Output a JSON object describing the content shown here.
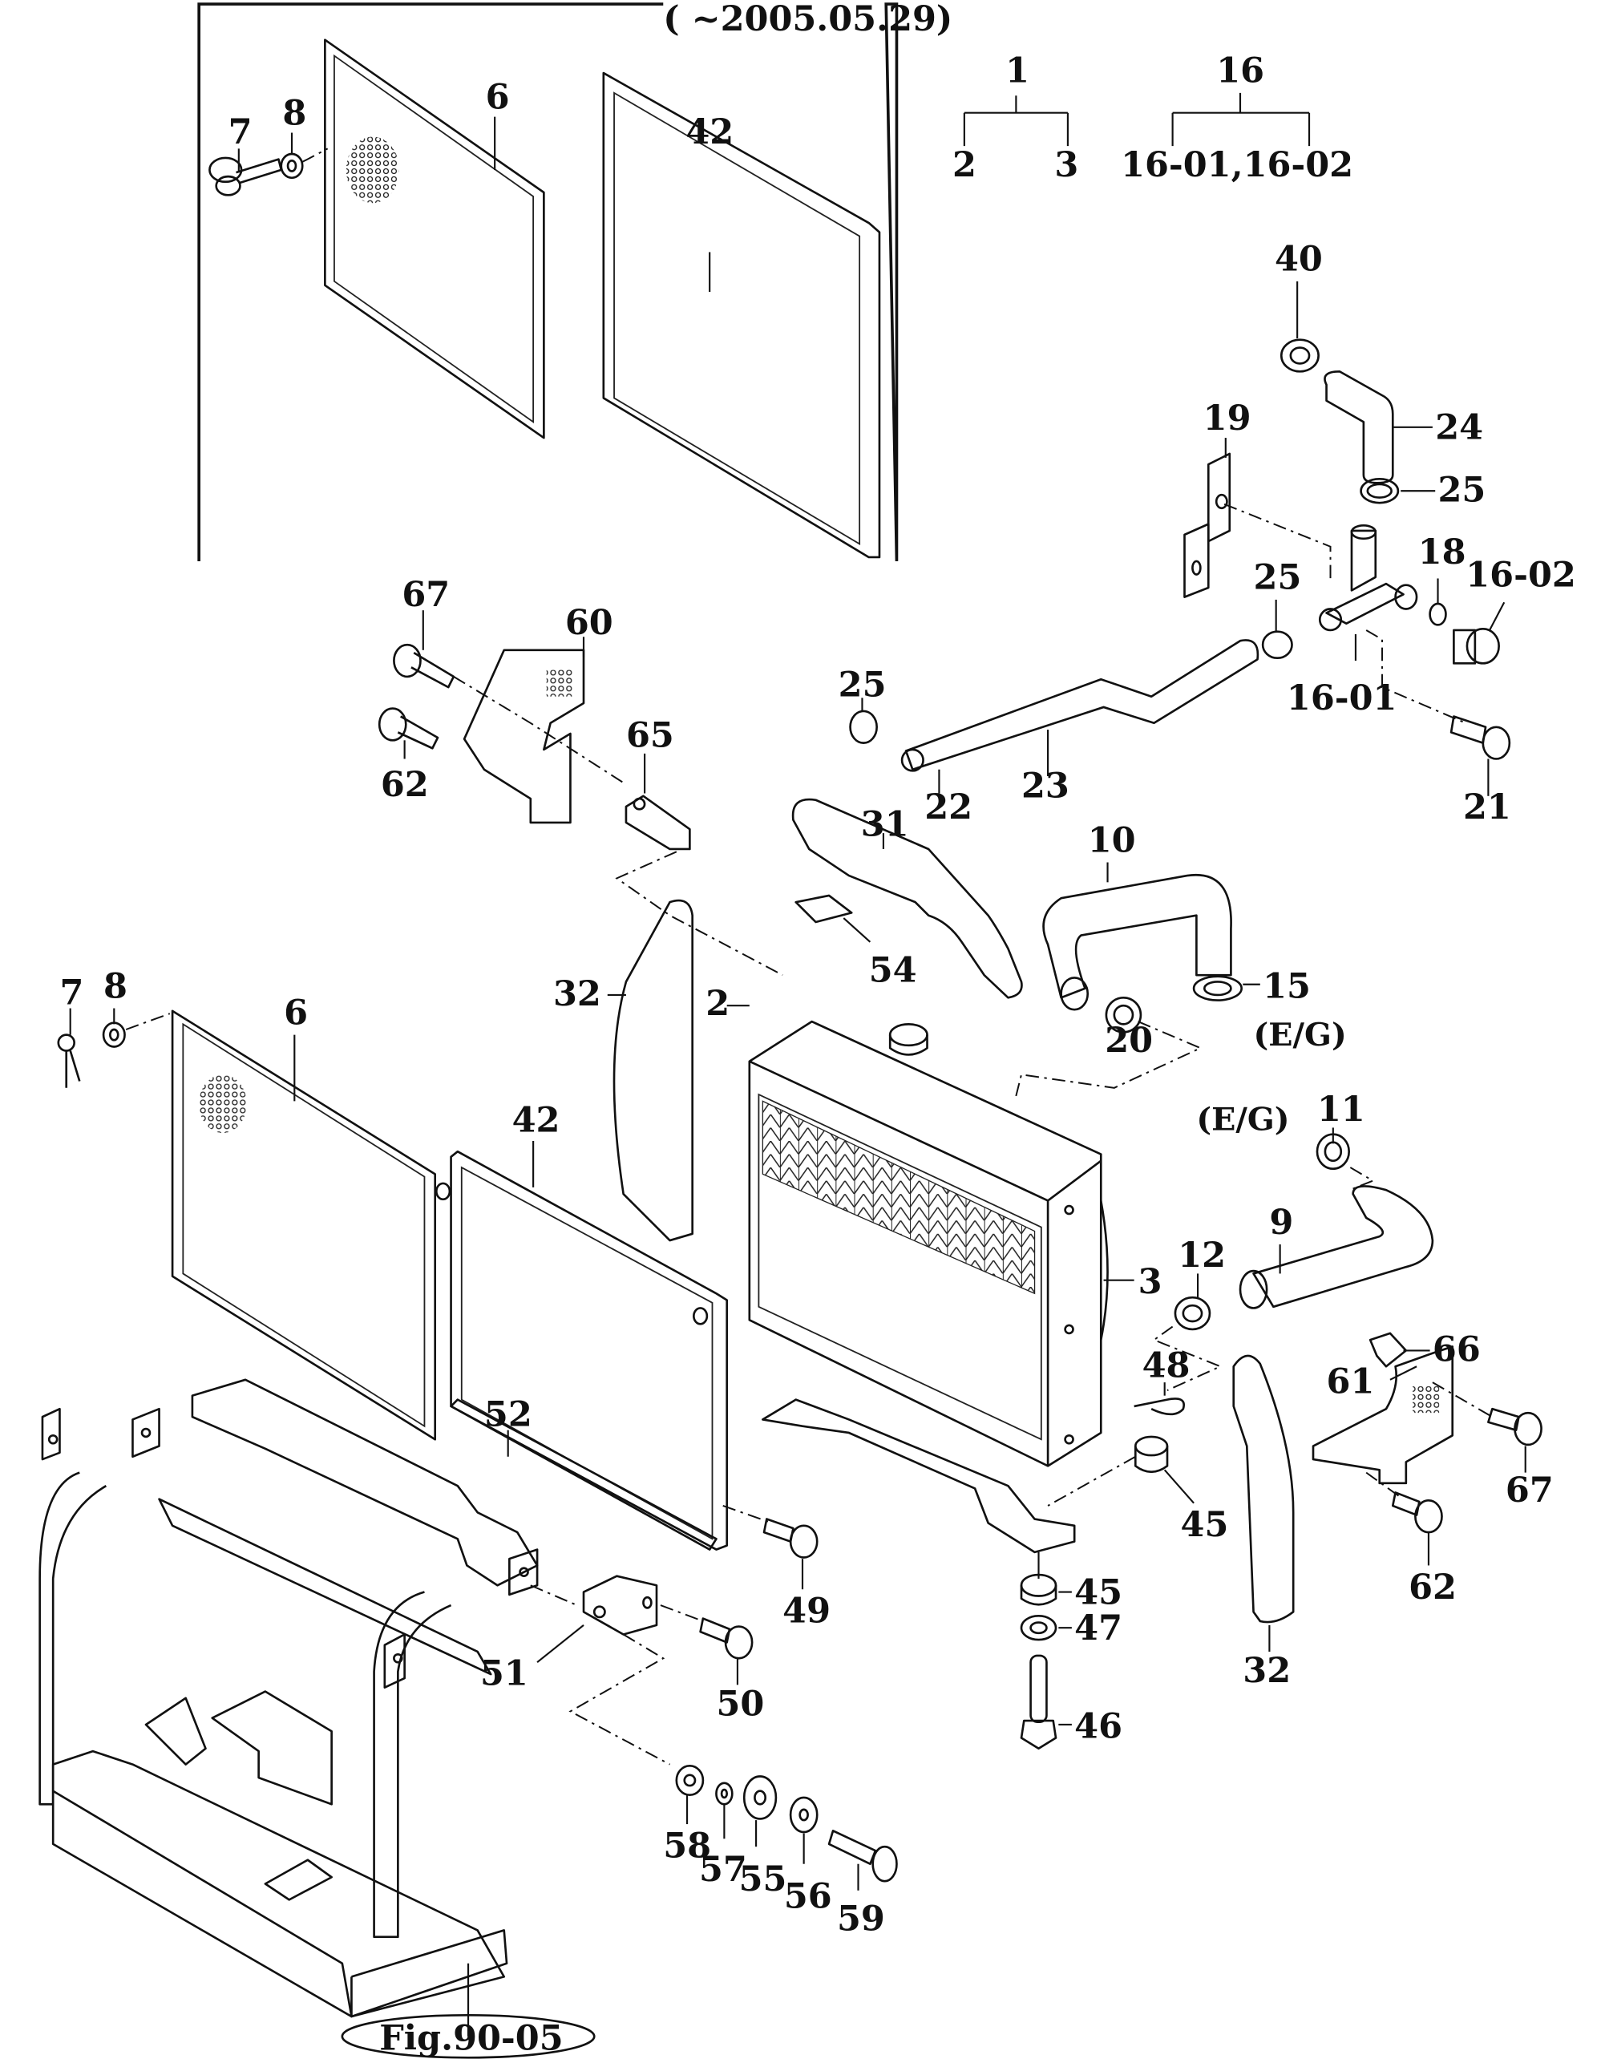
{
  "figure": {
    "inset_caption": "( ~2005.05.29)",
    "reference_label": "Fig.90-05"
  },
  "assembly_trees": [
    {
      "parent": "1",
      "children": [
        "2",
        "3"
      ]
    },
    {
      "parent": "16",
      "children": [
        "16-01,16-02"
      ]
    }
  ],
  "notes": {
    "eg_upper": "(E/G)",
    "eg_lower": "(E/G)"
  },
  "callouts": [
    {
      "id": "inset-6",
      "text": "6"
    },
    {
      "id": "inset-7",
      "text": "7"
    },
    {
      "id": "inset-8",
      "text": "8"
    },
    {
      "id": "inset-42",
      "text": "42"
    },
    {
      "id": "c40",
      "text": "40"
    },
    {
      "id": "c24",
      "text": "24"
    },
    {
      "id": "c25a",
      "text": "25"
    },
    {
      "id": "c19",
      "text": "19"
    },
    {
      "id": "c25b",
      "text": "25"
    },
    {
      "id": "c18",
      "text": "18"
    },
    {
      "id": "c16-02",
      "text": "16-02"
    },
    {
      "id": "c16-01",
      "text": "16-01"
    },
    {
      "id": "c21",
      "text": "21"
    },
    {
      "id": "c25c",
      "text": "25"
    },
    {
      "id": "c22",
      "text": "22"
    },
    {
      "id": "c23",
      "text": "23"
    },
    {
      "id": "c67a",
      "text": "67"
    },
    {
      "id": "c60",
      "text": "60"
    },
    {
      "id": "c62a",
      "text": "62"
    },
    {
      "id": "c65",
      "text": "65"
    },
    {
      "id": "c31",
      "text": "31"
    },
    {
      "id": "c10",
      "text": "10"
    },
    {
      "id": "c54",
      "text": "54"
    },
    {
      "id": "c15",
      "text": "15"
    },
    {
      "id": "c20",
      "text": "20"
    },
    {
      "id": "c7",
      "text": "7"
    },
    {
      "id": "c8",
      "text": "8"
    },
    {
      "id": "c6",
      "text": "6"
    },
    {
      "id": "c32a",
      "text": "32"
    },
    {
      "id": "c2",
      "text": "2"
    },
    {
      "id": "c11",
      "text": "11"
    },
    {
      "id": "c42",
      "text": "42"
    },
    {
      "id": "c9",
      "text": "9"
    },
    {
      "id": "c3",
      "text": "3"
    },
    {
      "id": "c12",
      "text": "12"
    },
    {
      "id": "c66",
      "text": "66"
    },
    {
      "id": "c48",
      "text": "48"
    },
    {
      "id": "c61",
      "text": "61"
    },
    {
      "id": "c52",
      "text": "52"
    },
    {
      "id": "c67b",
      "text": "67"
    },
    {
      "id": "c45a",
      "text": "45"
    },
    {
      "id": "c62b",
      "text": "62"
    },
    {
      "id": "c49",
      "text": "49"
    },
    {
      "id": "c45b",
      "text": "45"
    },
    {
      "id": "c47",
      "text": "47"
    },
    {
      "id": "c51",
      "text": "51"
    },
    {
      "id": "c50",
      "text": "50"
    },
    {
      "id": "c32b",
      "text": "32"
    },
    {
      "id": "c46",
      "text": "46"
    },
    {
      "id": "c58",
      "text": "58"
    },
    {
      "id": "c57",
      "text": "57"
    },
    {
      "id": "c55",
      "text": "55"
    },
    {
      "id": "c56",
      "text": "56"
    },
    {
      "id": "c59",
      "text": "59"
    }
  ]
}
